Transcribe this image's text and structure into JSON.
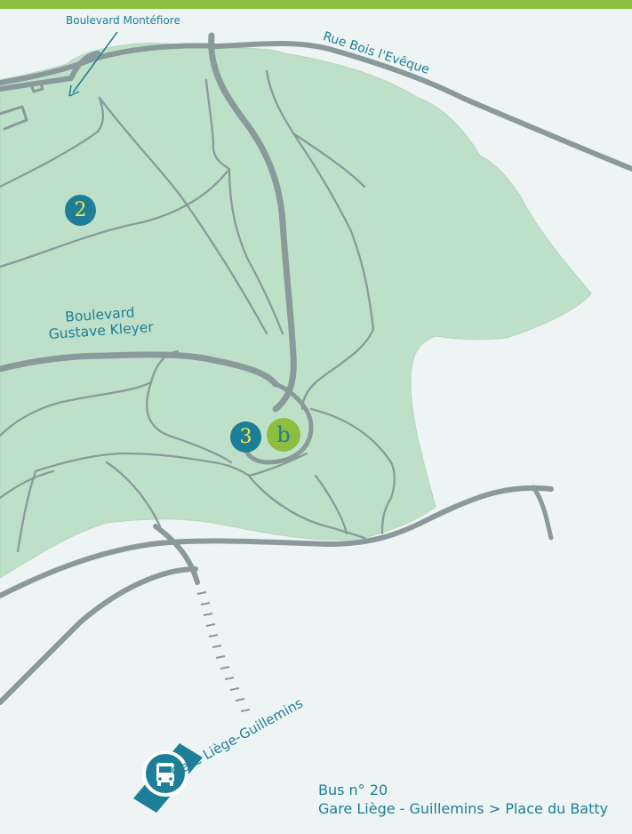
{
  "streets": {
    "boulevard_montefiore": "Boulevard Montéfiore",
    "rue_bois_leveque": "Rue Bois l'Evêque",
    "boulevard_gustave_kleyer_line1": "Boulevard",
    "boulevard_gustave_kleyer_line2": "Gustave Kleyer"
  },
  "markers": {
    "marker_2": "2",
    "marker_3": "3",
    "marker_b": "b"
  },
  "station": {
    "label": "Gare Liège-Guillemins",
    "icon": "bus-icon"
  },
  "bus_info": {
    "line": "Bus n° 20",
    "route": "Gare Liège - Guillemins > Place du Batty"
  },
  "colors": {
    "background": "#eef3f3",
    "park": "#bfe0c8",
    "road": "#8a9a9a",
    "path": "#8a9a9a",
    "teal": "#1d7f97",
    "green_accent": "#8dbe3f",
    "top_bar": "#8dbe3f",
    "marker_text": "#f2e84a"
  }
}
